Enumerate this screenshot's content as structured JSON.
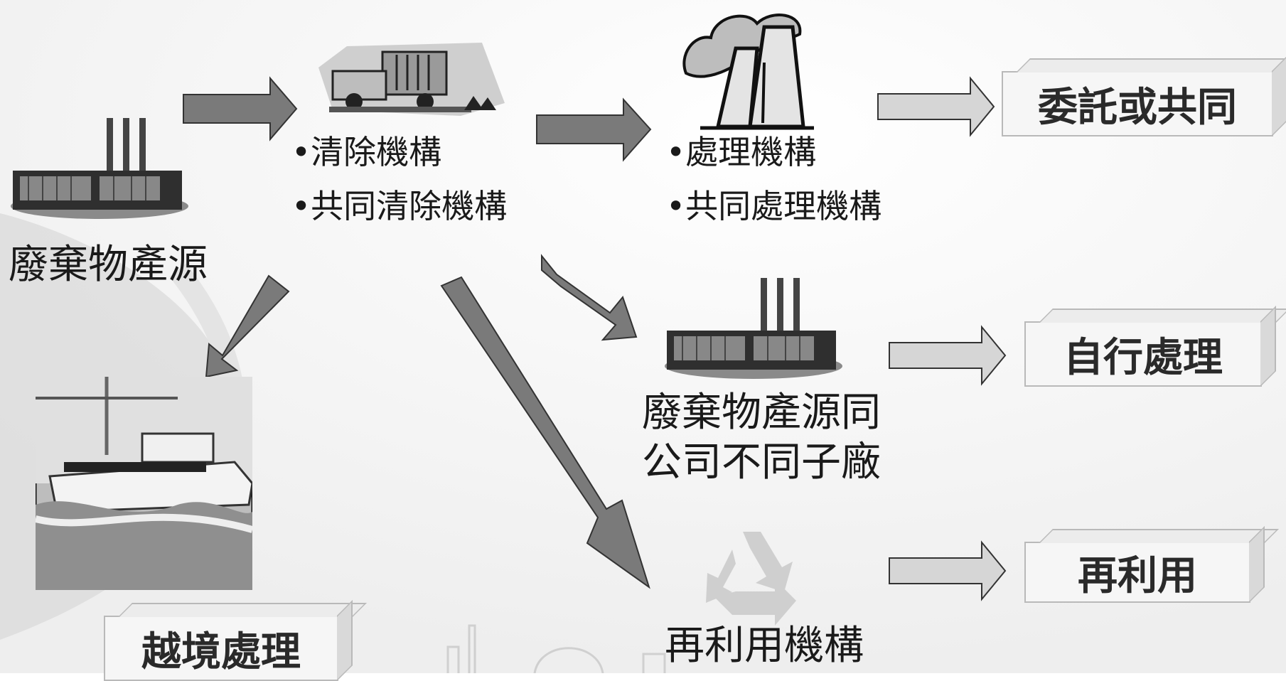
{
  "nodes": {
    "source": "廢棄物產源",
    "cross_border": "越境處理",
    "same_company_line1": "廢棄物產源同",
    "same_company_line2": "公司不同子廠",
    "reuse_org": "再利用機構"
  },
  "clearance_bullets": [
    "清除機構",
    "共同清除機構"
  ],
  "treatment_bullets": [
    "處理機構",
    "共同處理機構"
  ],
  "outcomes": {
    "entrusted": "委託或共同",
    "self": "自行處理",
    "reuse": "再利用"
  },
  "icons": [
    "factory-icon",
    "truck-icon",
    "smokestack-icon",
    "ship-icon",
    "recycle-icon"
  ],
  "colors": {
    "arrow_dark": "#7a7a7a",
    "arrow_light": "#d2d2d2",
    "box_bg": "#f6f6f6",
    "text": "#1a1a1a"
  }
}
